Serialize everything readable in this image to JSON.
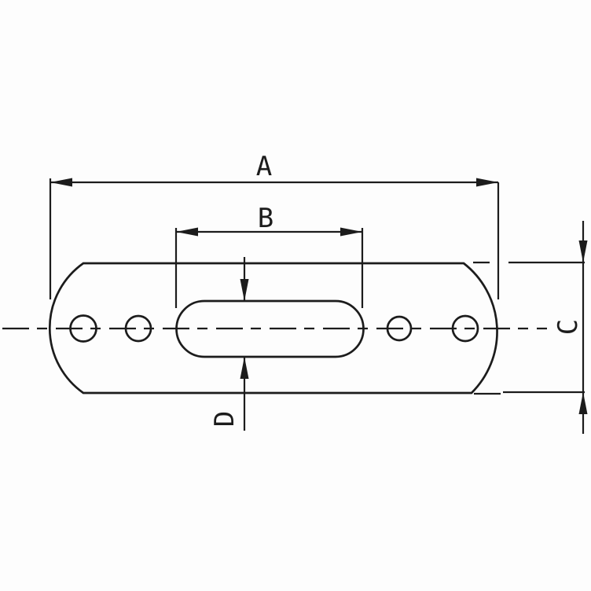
{
  "drawing": {
    "kind": "dimensioned technical drawing",
    "labels": {
      "dim_a": "A",
      "dim_b": "B",
      "dim_c": "C",
      "dim_d": "D"
    },
    "colors": {
      "line": "#1c1c1c",
      "background": "#fdfdfd"
    }
  }
}
